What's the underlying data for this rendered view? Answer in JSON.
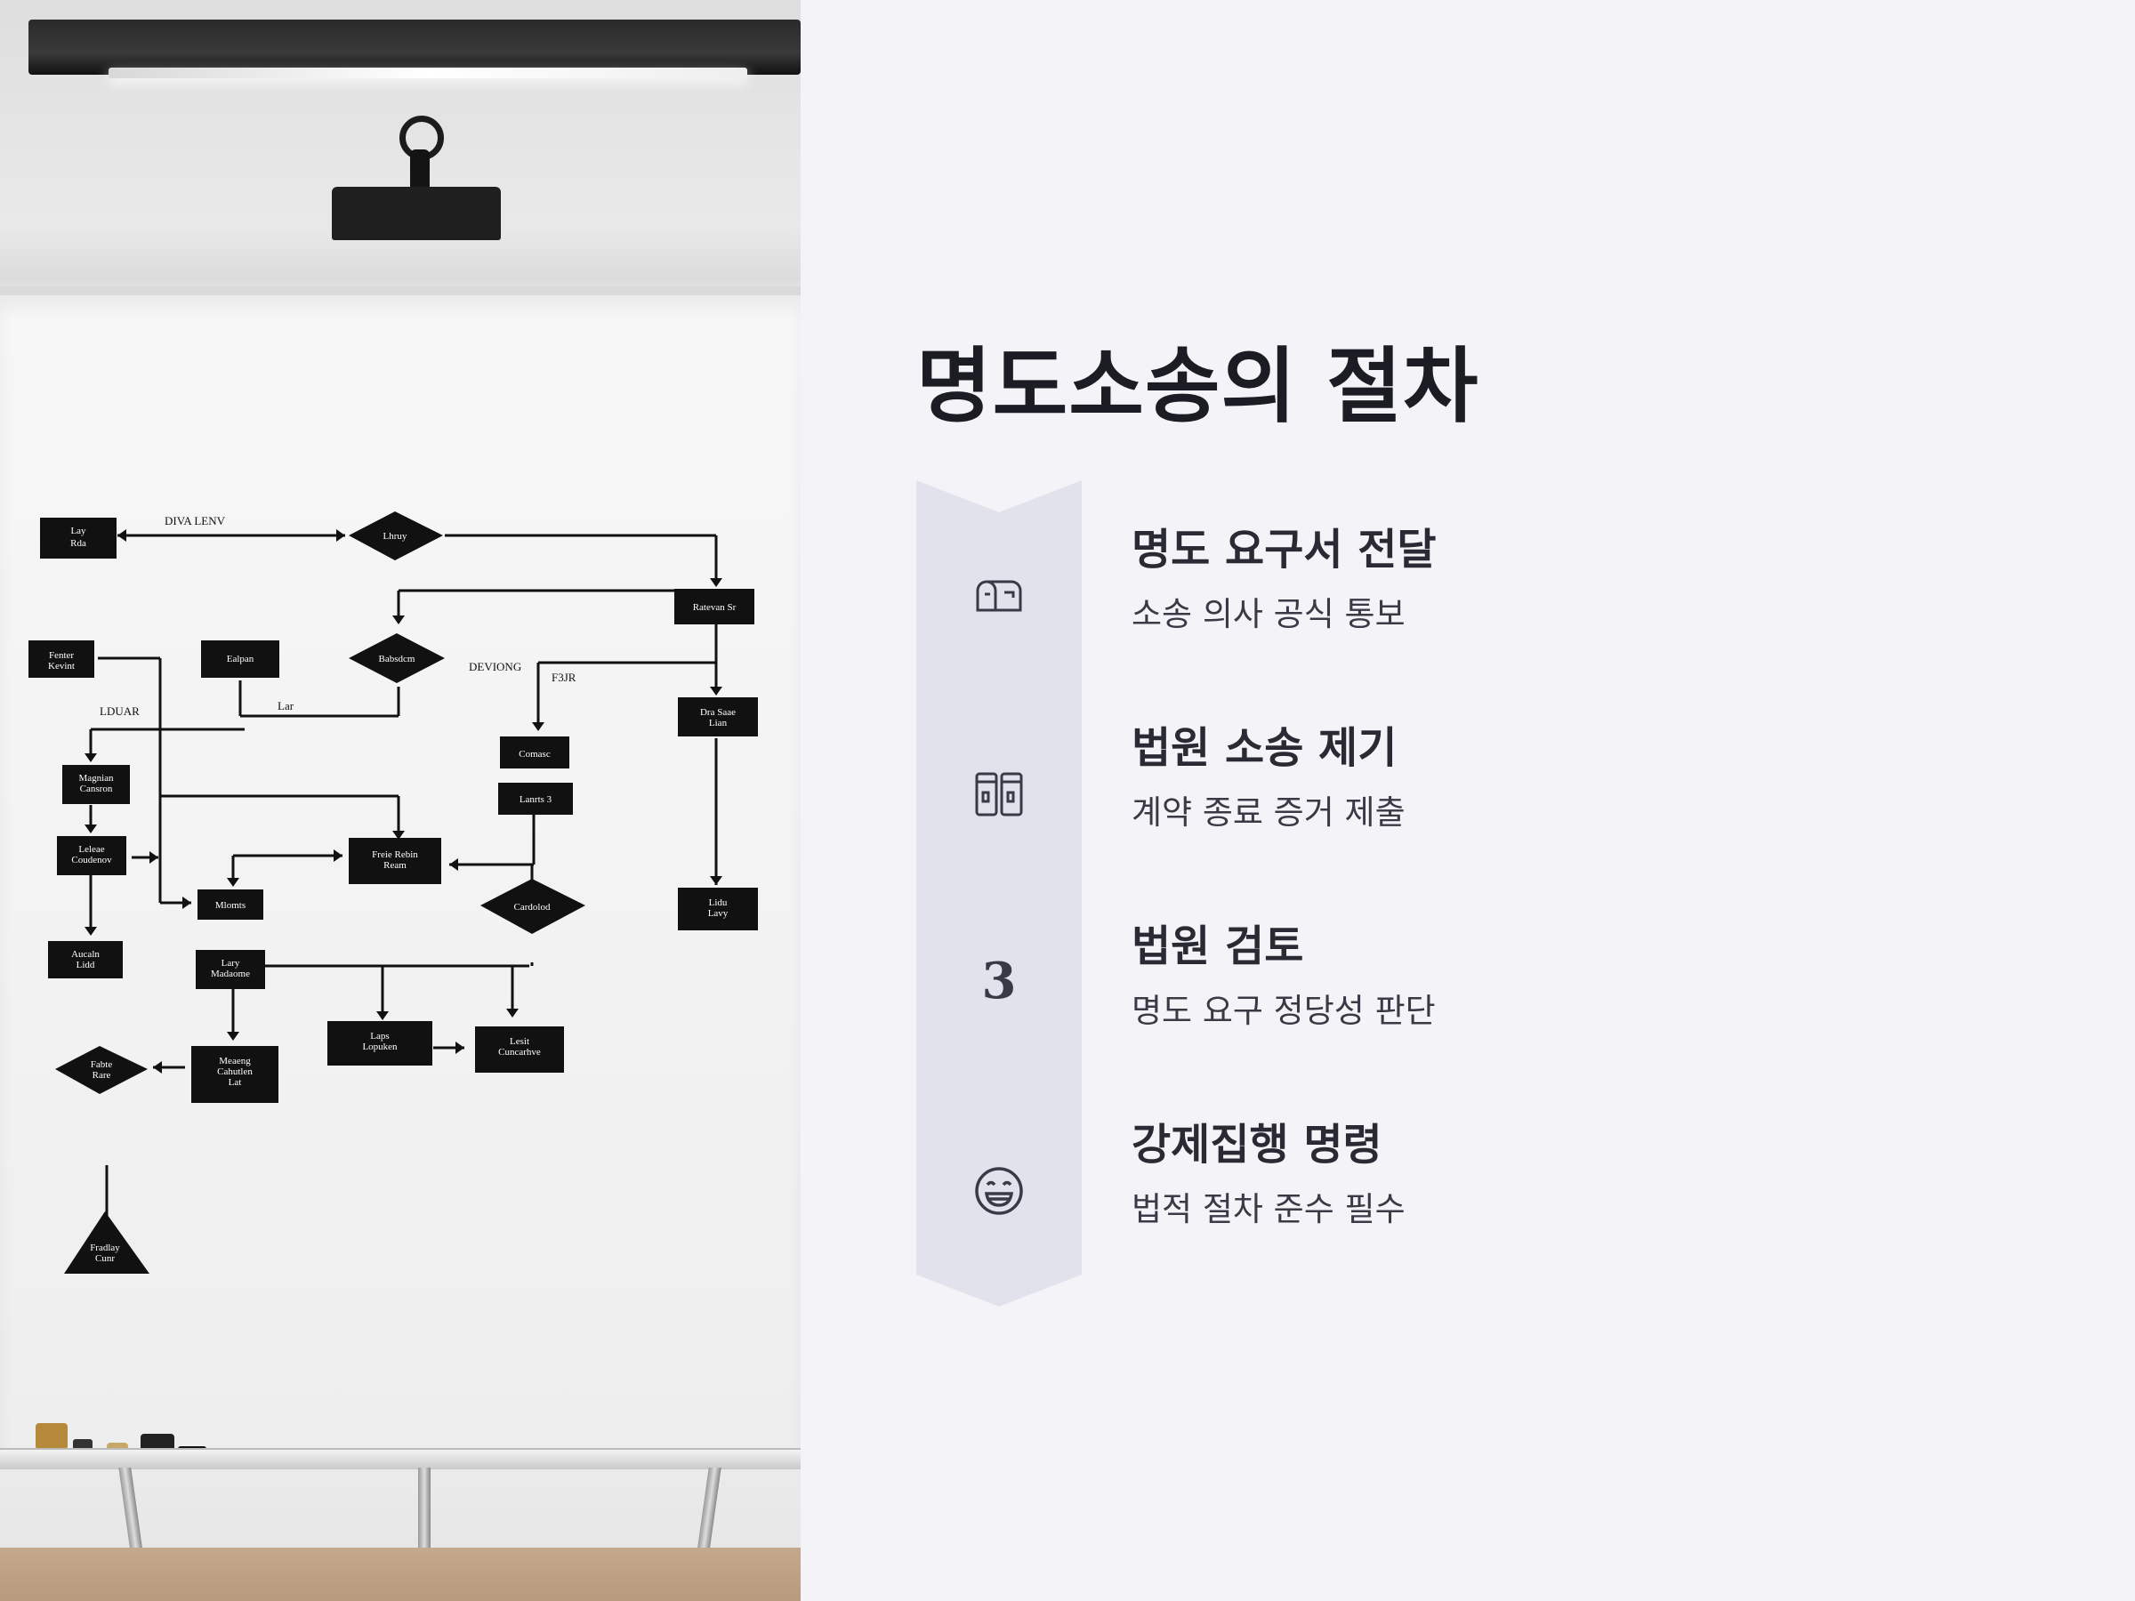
{
  "page": {
    "title": "명도소송의 절차"
  },
  "steps": [
    {
      "icon": "mailbox-icon",
      "title": "명도 요구서 전달",
      "description": "소송 의사 공식 통보"
    },
    {
      "icon": "book-icon",
      "title": "법원 소송 제기",
      "description": "계약 종료 증거 제출"
    },
    {
      "icon": "number-3-icon",
      "marker": "3",
      "title": "법원 검토",
      "description": "명도 요구 정당성 판단"
    },
    {
      "icon": "grin-face-icon",
      "title": "강제집행 명령",
      "description": "법적 절차 준수 필수"
    }
  ],
  "photo": {
    "description_icon": "whiteboard-photo",
    "flowchart_labels": [
      "Lay Rda",
      "DIVA LENV",
      "Lhruy",
      "Ratevan Sr",
      "Fenter Kevint",
      "Ealpan",
      "Babsdcm",
      "DEVIONG",
      "F3JR",
      "Dra Saae Lian",
      "LDUAR",
      "Lar",
      "Comasc",
      "Magnian Cansron",
      "Lanrts 3",
      "Leleae Coudenov",
      "Freie Rebin Ream",
      "Mlomts",
      "Cardolod",
      "Lidu Lavy",
      "Lary Madaome",
      "Aucaln Lidd",
      "Laps Lopuken",
      "Lesit Cuncarhve",
      "Fabte Rare",
      "Meaeng Cahutlen Lat",
      "Fradlay Cunr"
    ]
  },
  "colors": {
    "background": "#f4f4f8",
    "chevron": "#e2e2ec",
    "title": "#1c1c24",
    "text": "#3a3a46"
  }
}
